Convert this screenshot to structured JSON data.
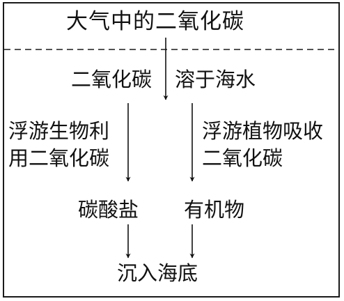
{
  "title": "大气中的二氧化碳",
  "dissolve": {
    "left": "二氧化碳",
    "right": "溶于海水"
  },
  "left_branch": {
    "line1": "浮游生物利",
    "line2": "用二氧化碳"
  },
  "right_branch": {
    "line1": "浮游植物吸收",
    "line2": "二氧化碳"
  },
  "products": {
    "left": "碳酸盐",
    "right": "有机物"
  },
  "final": "沉入海底",
  "colors": {
    "ink": "#111111",
    "frame": "#1a1a1a",
    "background": "#ffffff"
  }
}
